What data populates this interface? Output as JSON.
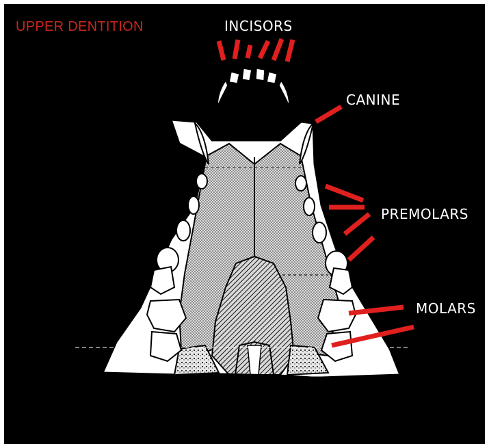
{
  "title": "UPPER DENTITION",
  "labels": {
    "incisors": "INCISORS",
    "canine": "CANINE",
    "premolars": "PREMOLARS",
    "molars": "MOLARS"
  },
  "colors": {
    "background": "#000000",
    "title": "#c8261e",
    "pointer": "#e0201e",
    "label": "#ffffff",
    "tooth": "#ffffff",
    "palate": "#cfcfcf",
    "outline": "#000000"
  }
}
